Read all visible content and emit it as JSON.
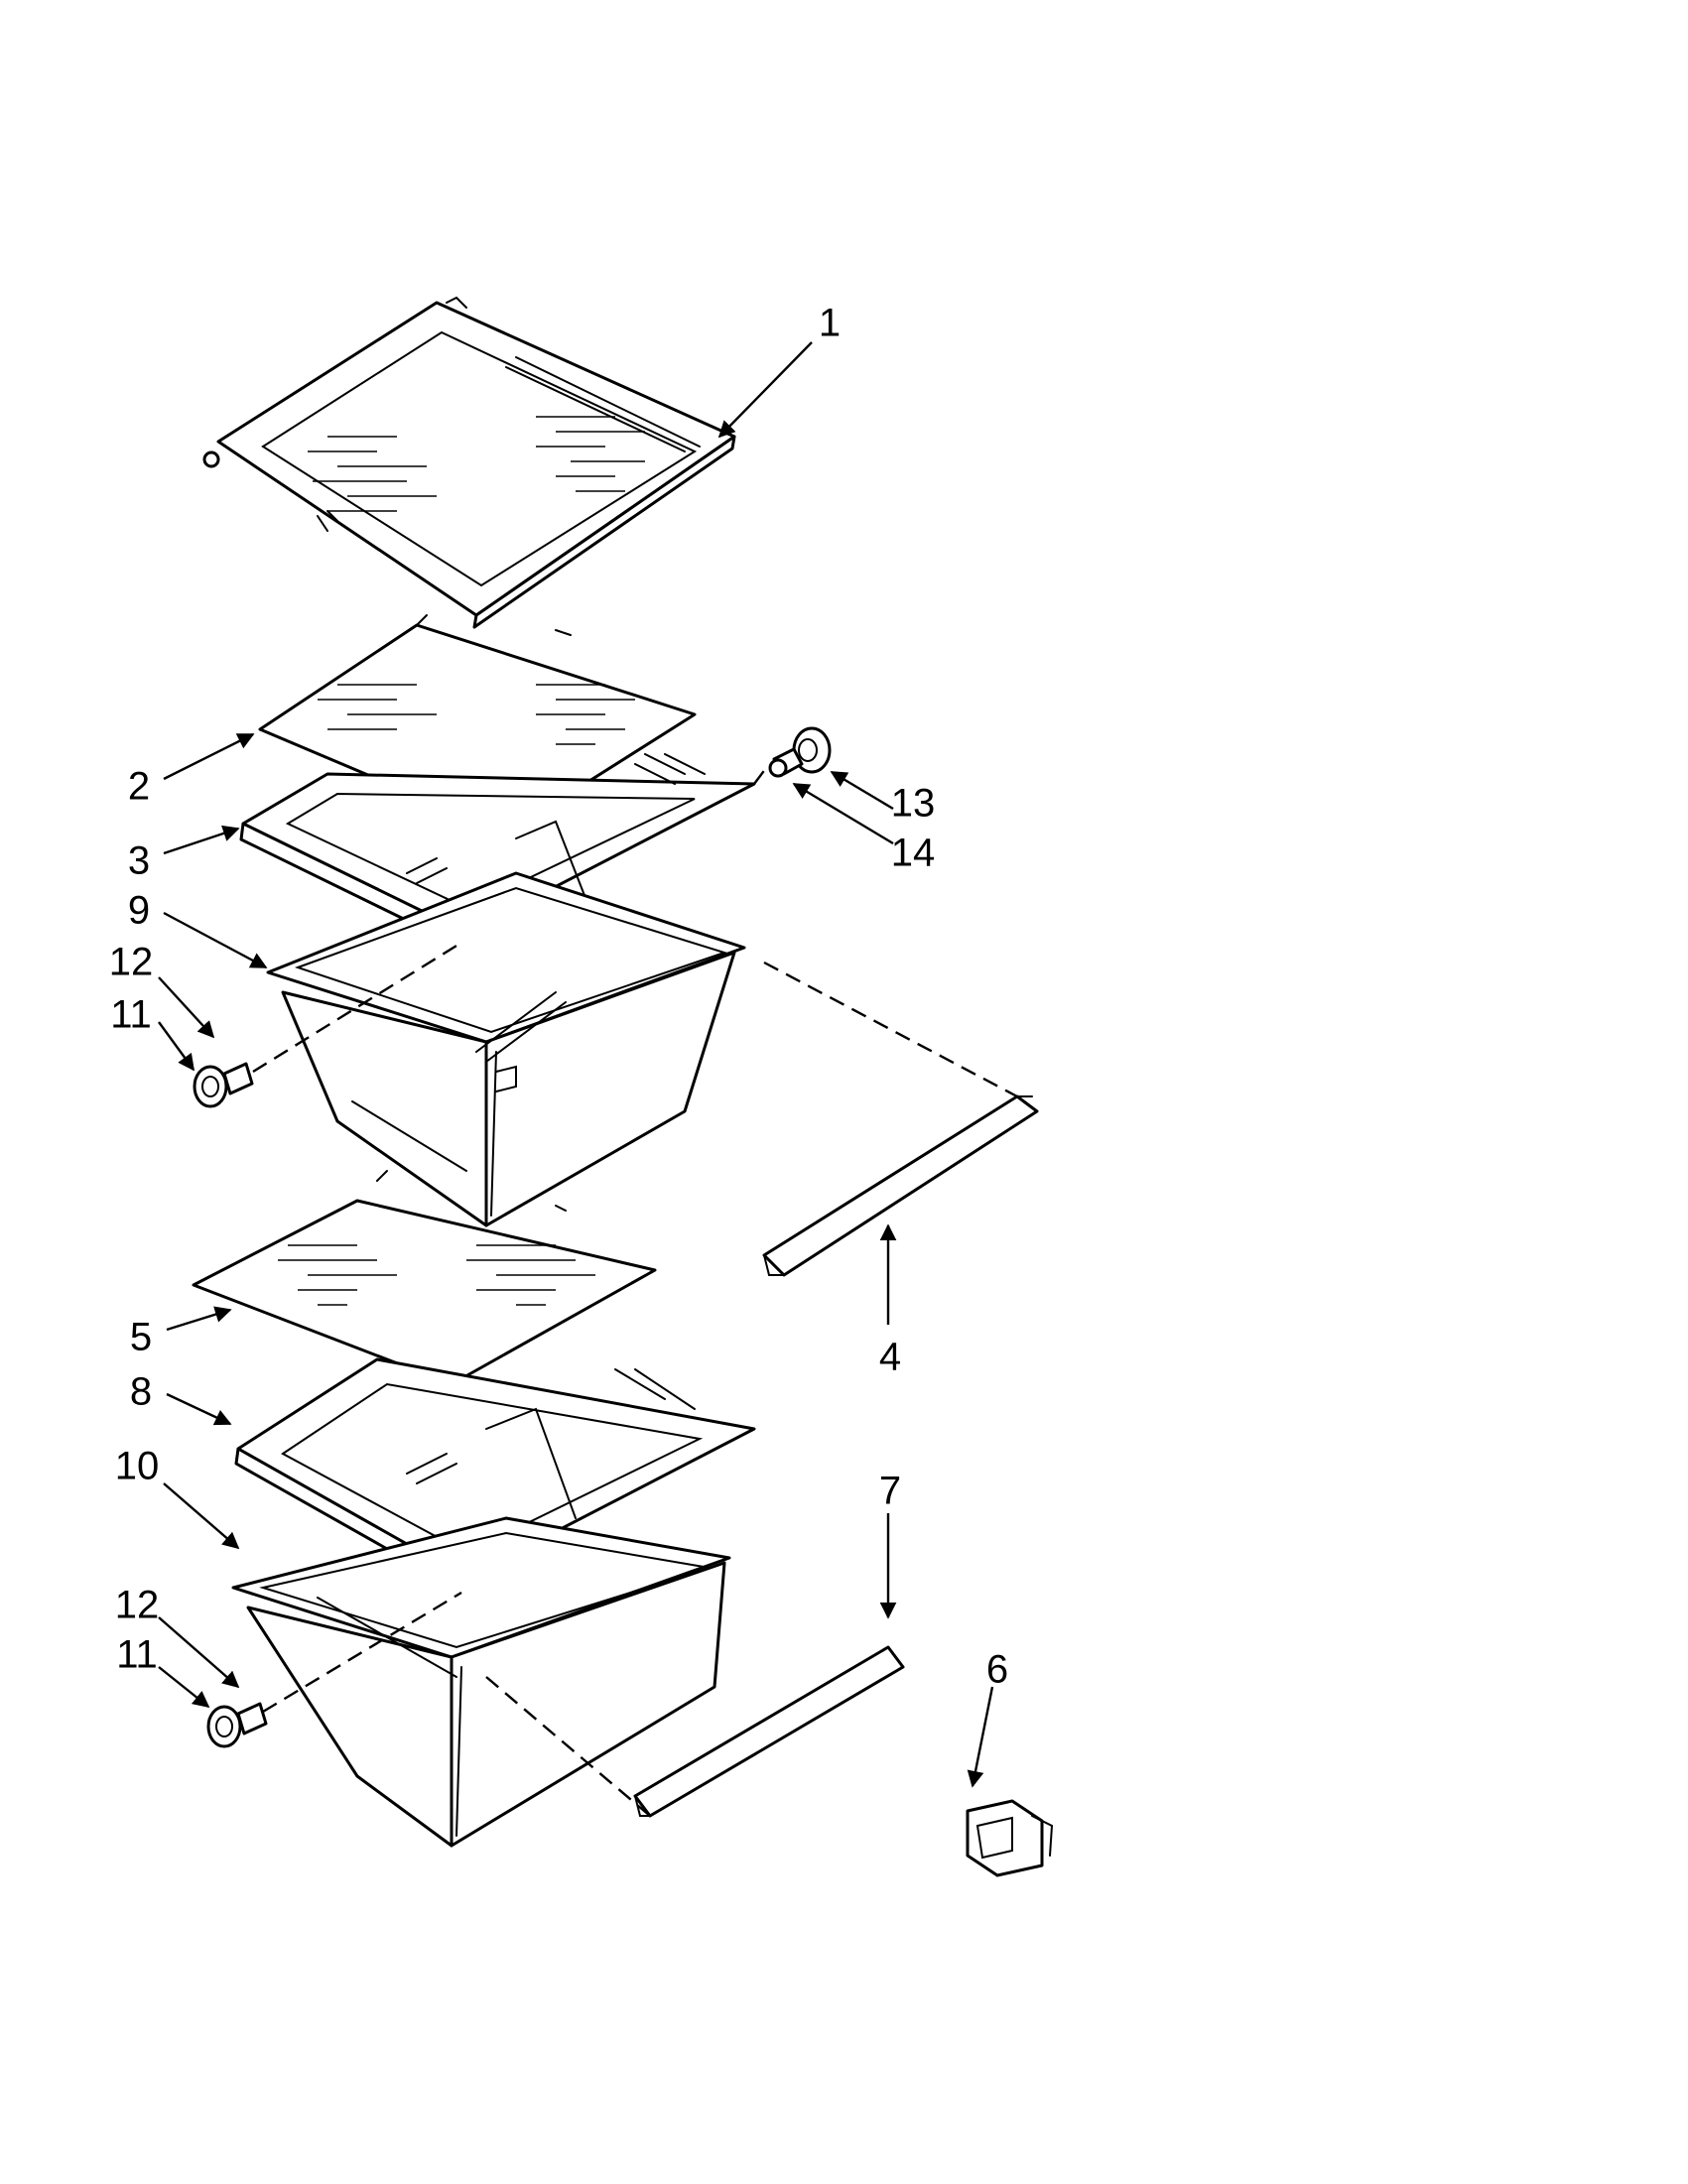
{
  "diagram": {
    "callouts": {
      "c1": "1",
      "c2": "2",
      "c3": "3",
      "c4": "4",
      "c5": "5",
      "c6": "6",
      "c7": "7",
      "c8": "8",
      "c9": "9",
      "c10": "10",
      "c11a": "11",
      "c11b": "11",
      "c12a": "12",
      "c12b": "12",
      "c13": "13",
      "c14": "14"
    }
  }
}
